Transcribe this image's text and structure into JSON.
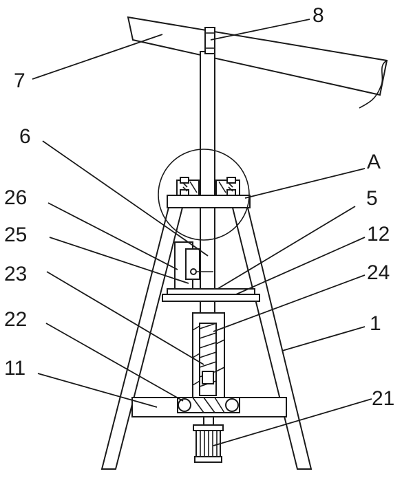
{
  "labels": {
    "l8": "8",
    "l7": "7",
    "l6": "6",
    "lA": "A",
    "l26": "26",
    "l5": "5",
    "l25": "25",
    "l12": "12",
    "l23": "23",
    "l24": "24",
    "l22": "22",
    "l1": "1",
    "l11": "11",
    "l21": "21"
  }
}
